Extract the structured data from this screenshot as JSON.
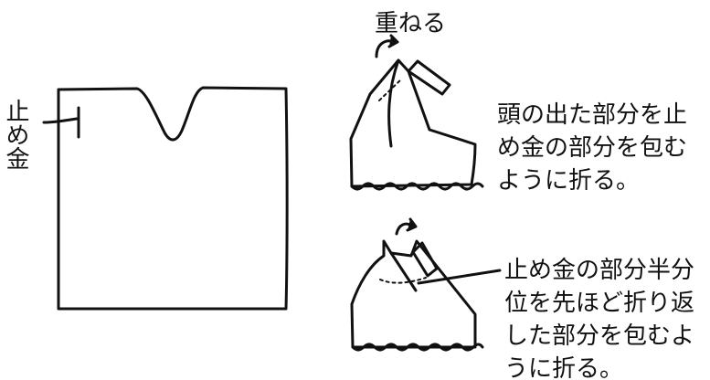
{
  "labels": {
    "clasp": "止め金",
    "overlap": "重ねる"
  },
  "captions": {
    "step2": "頭の出た部分を止\nめ金の部分を包む\nように折る。",
    "step3": "止め金の部分半分\n位を先ほど折り返\nした部分を包むよ\nうに折る。"
  }
}
